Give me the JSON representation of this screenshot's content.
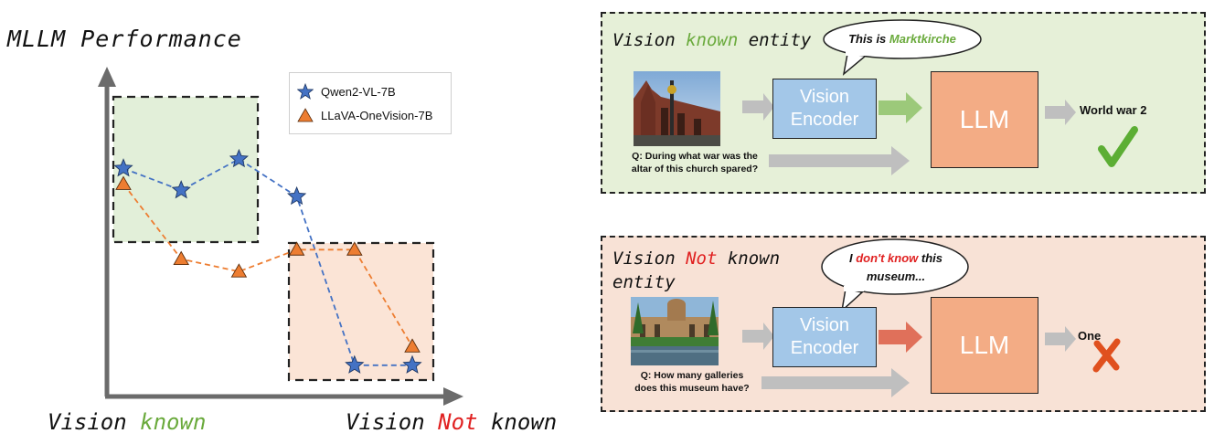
{
  "left_chart": {
    "y_axis_label": "MLLM Performance",
    "x_label_left_prefix": "Vision ",
    "x_label_left_highlight": "known",
    "x_label_right_prefix": "Vision ",
    "x_label_right_highlight": "Not",
    "x_label_right_suffix": " known"
  },
  "chart_data": {
    "type": "line",
    "title": "",
    "ylabel": "MLLM Performance",
    "xlabel": "",
    "x": [
      1,
      2,
      3,
      4,
      5,
      6
    ],
    "ylim": [
      0,
      10
    ],
    "series": [
      {
        "name": "Qwen2-VL-7B",
        "marker": "star",
        "color": "#4472c4",
        "values": [
          7.3,
          6.6,
          7.6,
          6.4,
          1.0,
          1.0
        ]
      },
      {
        "name": "LLaVA-OneVision-7B",
        "marker": "triangle",
        "color": "#ed7d31",
        "values": [
          6.8,
          4.4,
          4.0,
          4.7,
          4.7,
          1.6
        ]
      }
    ],
    "legend": "top-right",
    "grid": false
  },
  "colors": {
    "known_region": "#e2efd9",
    "unknown_region": "#fbe4d6",
    "green_text": "#6aaa3c",
    "red_text": "#e02020"
  },
  "known_panel": {
    "title_prefix": "Vision ",
    "title_highlight": "known",
    "title_suffix": " entity",
    "bubble_prefix": "This is ",
    "bubble_highlight": "Marktkirche",
    "encoder_line1": "Vision",
    "encoder_line2": "Encoder",
    "llm_label": "LLM",
    "answer": "World war 2",
    "answer_icon": "check-icon",
    "question_line1": "Q: During what war was the",
    "question_line2": "altar of this church spared?"
  },
  "unknown_panel": {
    "title_prefix": "Vision ",
    "title_highlight": "Not",
    "title_suffix": " known",
    "title_line2": "entity",
    "bubble_prefix": "I ",
    "bubble_highlight": "don't know",
    "bubble_suffix": " this",
    "bubble_line2": "museum...",
    "encoder_line1": "Vision",
    "encoder_line2": "Encoder",
    "llm_label": "LLM",
    "answer": "One",
    "answer_icon": "cross-icon",
    "question_line1": "Q: How many galleries",
    "question_line2": "does this museum have?"
  }
}
